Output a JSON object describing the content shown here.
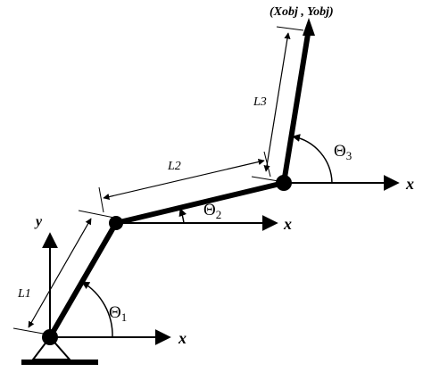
{
  "diagram": {
    "target_label": "(Xobj , Yobj)",
    "y_axis_label": "y",
    "link_labels": {
      "l1": "L1",
      "l2": "L2",
      "l3": "L3"
    },
    "angles": {
      "theta1": {
        "symbol": "Θ",
        "sub": "1"
      },
      "theta2": {
        "symbol": "Θ",
        "sub": "2"
      },
      "theta3": {
        "symbol": "Θ",
        "sub": "3"
      }
    },
    "x_axis_labels": {
      "base": "x",
      "joint2": "x",
      "joint3": "x"
    }
  }
}
